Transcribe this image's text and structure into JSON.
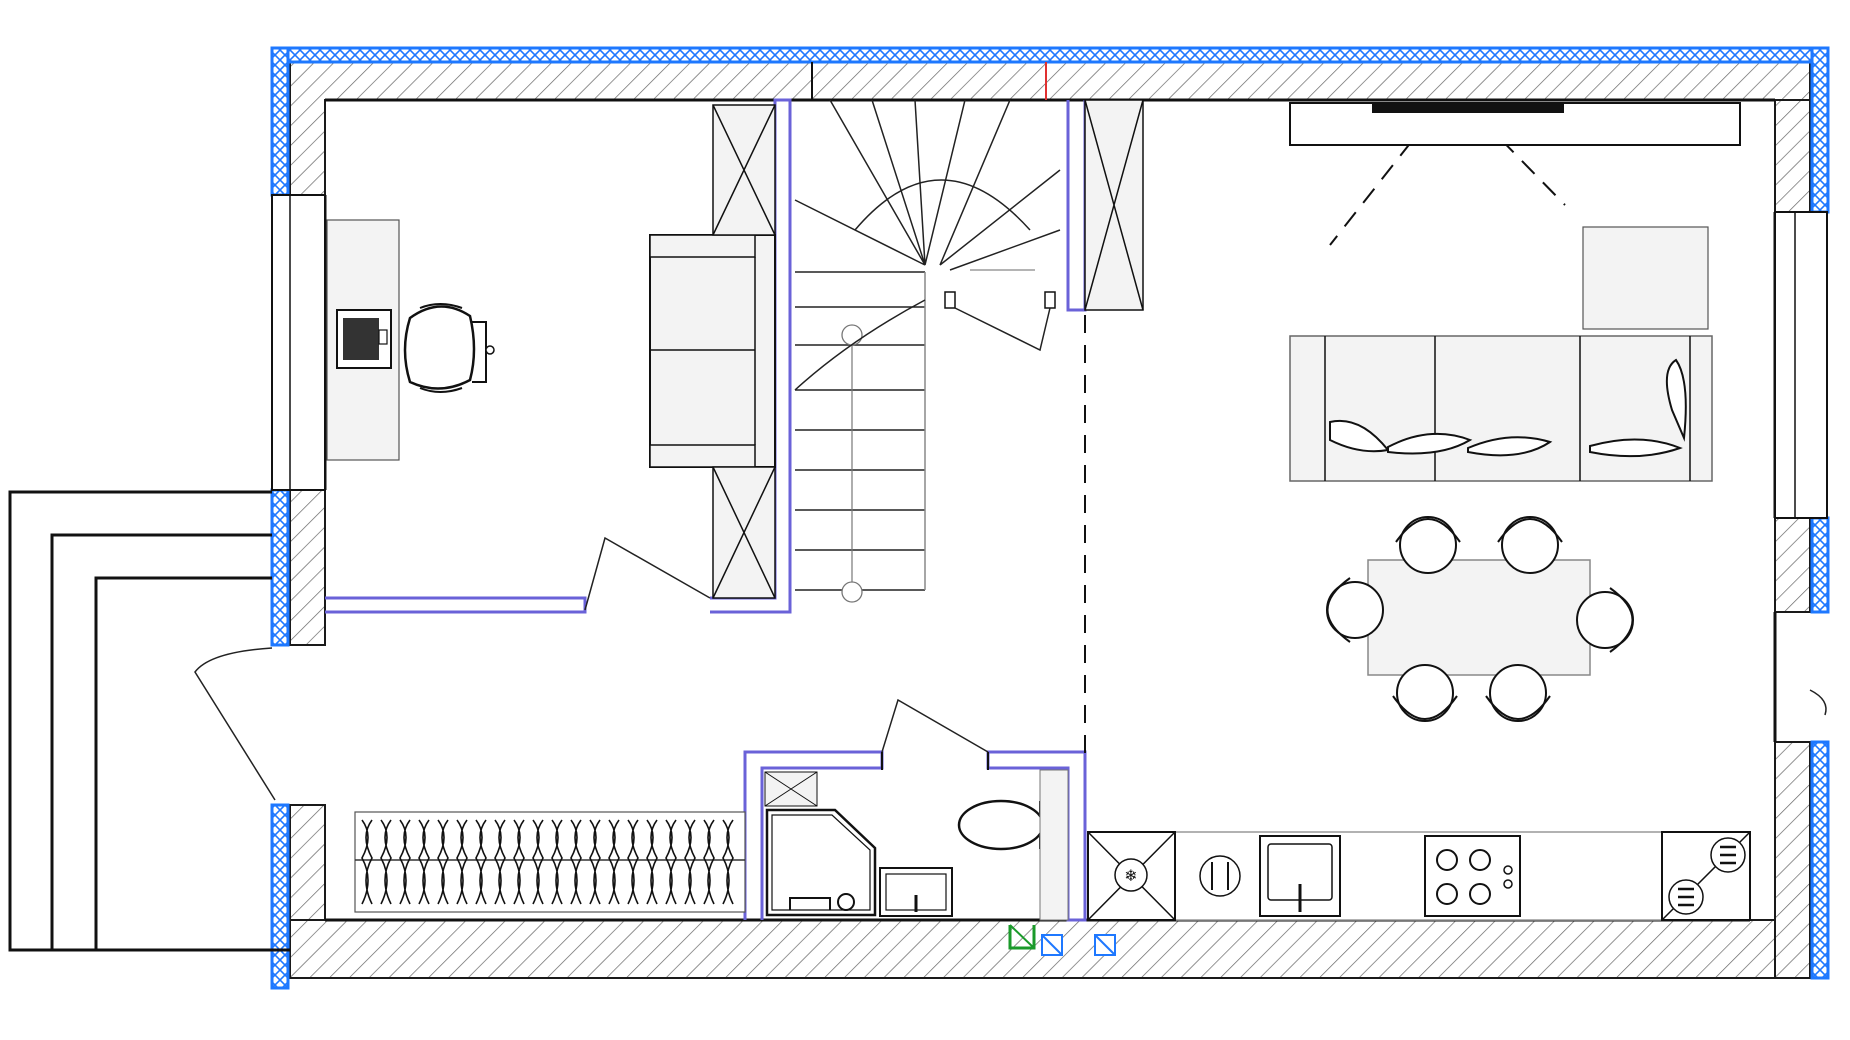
{
  "plan": {
    "rooms": [
      {
        "id": "office"
      },
      {
        "id": "hall"
      },
      {
        "id": "stair"
      },
      {
        "id": "bathroom"
      },
      {
        "id": "living-dining"
      },
      {
        "id": "kitchen"
      }
    ],
    "colors": {
      "insulation": "#1e78ff",
      "partition": "#6a62d8",
      "wall_line": "#111111",
      "hatch": "#666666",
      "furniture_fill": "#f3f3f3",
      "ventilation_marker": "#1e78ff",
      "green_marker": "#1a9a2a",
      "red_marker": "#e03030"
    },
    "icons": [
      "armchair-icon",
      "laptop-icon",
      "office-chair-icon",
      "sofa-icon",
      "tv-icon",
      "dining-table-icon",
      "chair-icon",
      "toilet-icon",
      "sink-icon",
      "shower-icon",
      "radiator-icon",
      "hob-icon",
      "fridge-icon",
      "dishwasher-icon",
      "washing-machine-icon",
      "door-icon",
      "window-icon",
      "stair-icon"
    ]
  }
}
